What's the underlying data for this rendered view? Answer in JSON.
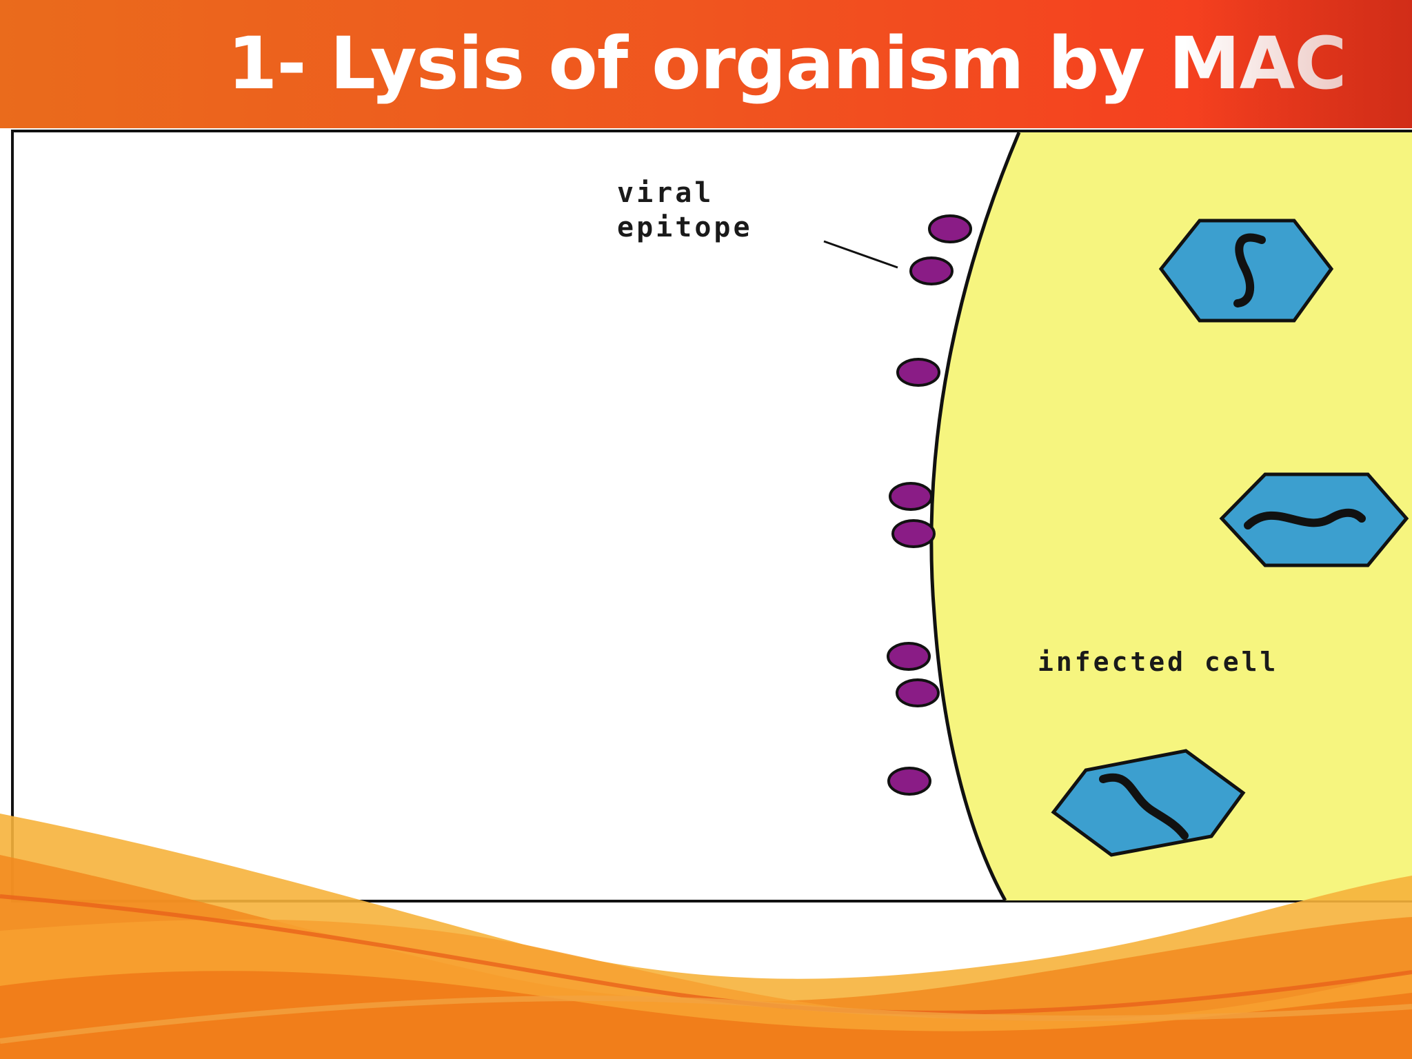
{
  "slide": {
    "title": "1- Lysis of organism by MAC"
  },
  "diagram": {
    "labels": {
      "epitope": "viral\nepitope",
      "cell": "infected cell"
    },
    "epitope_count": 8,
    "virus_count": 3,
    "colors": {
      "title_bar": "#f0551f",
      "cell_fill": "#f6f57f",
      "epitope_fill": "#8a1c86",
      "virus_fill": "#3c9fcf",
      "wave_orange": "#f28a1e",
      "wave_light": "#f6b33c"
    }
  }
}
